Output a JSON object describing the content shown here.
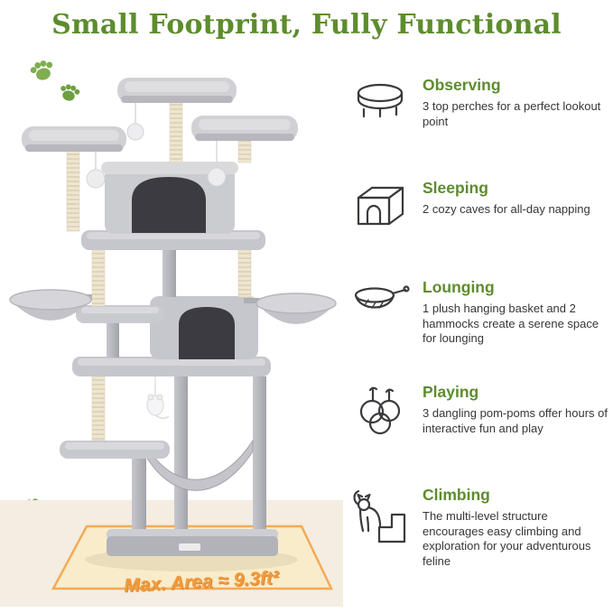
{
  "title": "Small Footprint, Fully Functional",
  "colors": {
    "accent_green": "#5d8c2e",
    "accent_orange": "#f09b3e",
    "body_text": "#36363a"
  },
  "features": [
    {
      "label": "Observing",
      "description": "3 top perches for a perfect lookout point",
      "icon": "perch-icon"
    },
    {
      "label": "Sleeping",
      "description": "2 cozy caves for all-day napping",
      "icon": "cave-icon"
    },
    {
      "label": "Lounging",
      "description": "1 plush hanging basket and 2 hammocks create a serene space for lounging",
      "icon": "hanging-basket-icon"
    },
    {
      "label": "Playing",
      "description": "3 dangling pom-poms offer hours of interactive fun and play",
      "icon": "pom-pom-icon"
    },
    {
      "label": "Climbing",
      "description": "The multi-level structure encourages easy climbing and exploration for your adventurous feline",
      "icon": "climbing-cat-icon"
    }
  ],
  "footprint_label": "Max. Area ≈ 9.3ft²"
}
